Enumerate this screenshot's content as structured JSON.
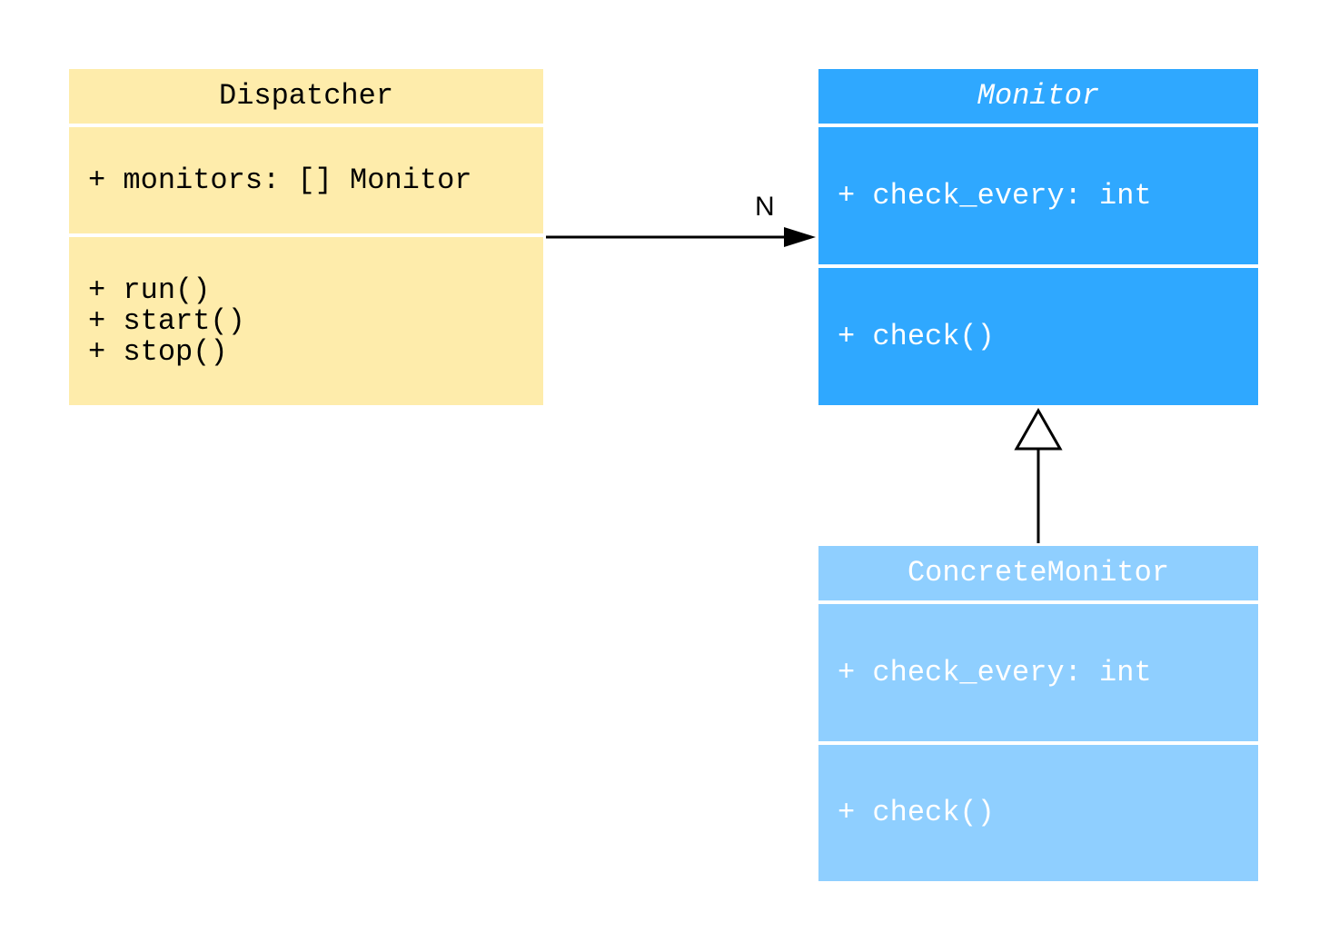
{
  "classes": {
    "dispatcher": {
      "name": "Dispatcher",
      "attributes": "+ monitors: [] Monitor",
      "methods": "+ run()\n+ start()\n+ stop()",
      "color": "#feecab"
    },
    "monitor": {
      "name": "Monitor",
      "abstract": true,
      "attributes": "+ check_every: int",
      "methods": "+ check()",
      "color": "#2fa8ff"
    },
    "concrete_monitor": {
      "name": "ConcreteMonitor",
      "attributes": "+ check_every: int",
      "methods": "+ check()",
      "color": "#8fcfff"
    }
  },
  "relations": {
    "association": {
      "from": "Dispatcher",
      "to": "Monitor",
      "multiplicity": "N"
    },
    "inheritance": {
      "from": "ConcreteMonitor",
      "to": "Monitor"
    }
  }
}
